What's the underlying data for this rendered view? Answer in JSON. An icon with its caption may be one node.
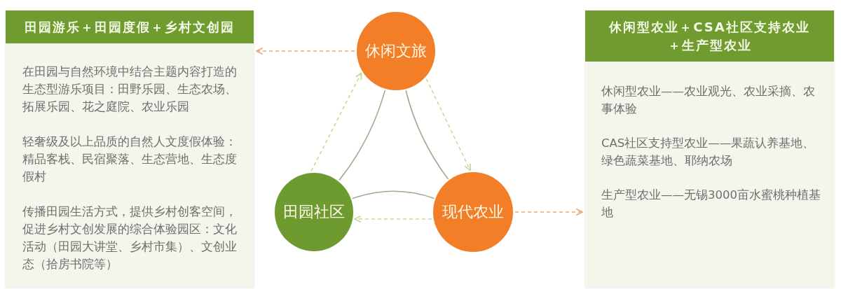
{
  "diagram": {
    "nodes": [
      {
        "text": [
          "田园游乐＋田园度假＋乡村文创园",
          "在田园与自然环境中结合主题内容打造的生态型游乐项目：田野乐园、生态农场、拓展乐园、花之庭院、农业乐园",
          "轻奢级及以上品质的自然人文度假体验：精品客栈、民宿聚落、生态营地、生态度假村",
          "传播田园生活方式，提供乡村创客空间，促进乡村文创发展的综合体验园区：文化活动（田园大讲堂、乡村市集）、文创业态（拾房书院等）"
        ]
      },
      {
        "text": [
          "休闲文旅"
        ]
      },
      {
        "text": [
          "田园社区"
        ]
      },
      {
        "text": [
          "现代农业"
        ]
      },
      {
        "text": [
          "休闲型农业＋CSA社区支持农业＋生产型农业",
          "休闲型农业——农业观光、农业采摘、农事体验",
          "CAS社区支持型农业——果蔬认养基地、绿色蔬菜基地、耶纳农场",
          "生产型农业——无锡3000亩水蜜桃种植基地"
        ]
      }
    ],
    "edges": [
      {
        "from": 1,
        "to": 0,
        "arrow": "to",
        "style": "dashed",
        "color": "#e9a875"
      },
      {
        "from": 1,
        "to": 2,
        "arrow": "none"
      },
      {
        "from": 1,
        "to": 3,
        "arrow": "none"
      },
      {
        "from": 2,
        "to": 3,
        "arrow": "none"
      },
      {
        "from": 2,
        "to": 1,
        "arrow": "to",
        "style": "dashed",
        "color": "#c5d99a"
      },
      {
        "from": 1,
        "to": 3,
        "arrow": "to",
        "style": "dashed",
        "color": "#c5d99a"
      },
      {
        "from": 3,
        "to": 2,
        "arrow": "to",
        "style": "dashed",
        "color": "#c5d99a"
      },
      {
        "from": 3,
        "to": 4,
        "arrow": "to",
        "style": "dashed",
        "color": "#e9a875"
      }
    ]
  }
}
